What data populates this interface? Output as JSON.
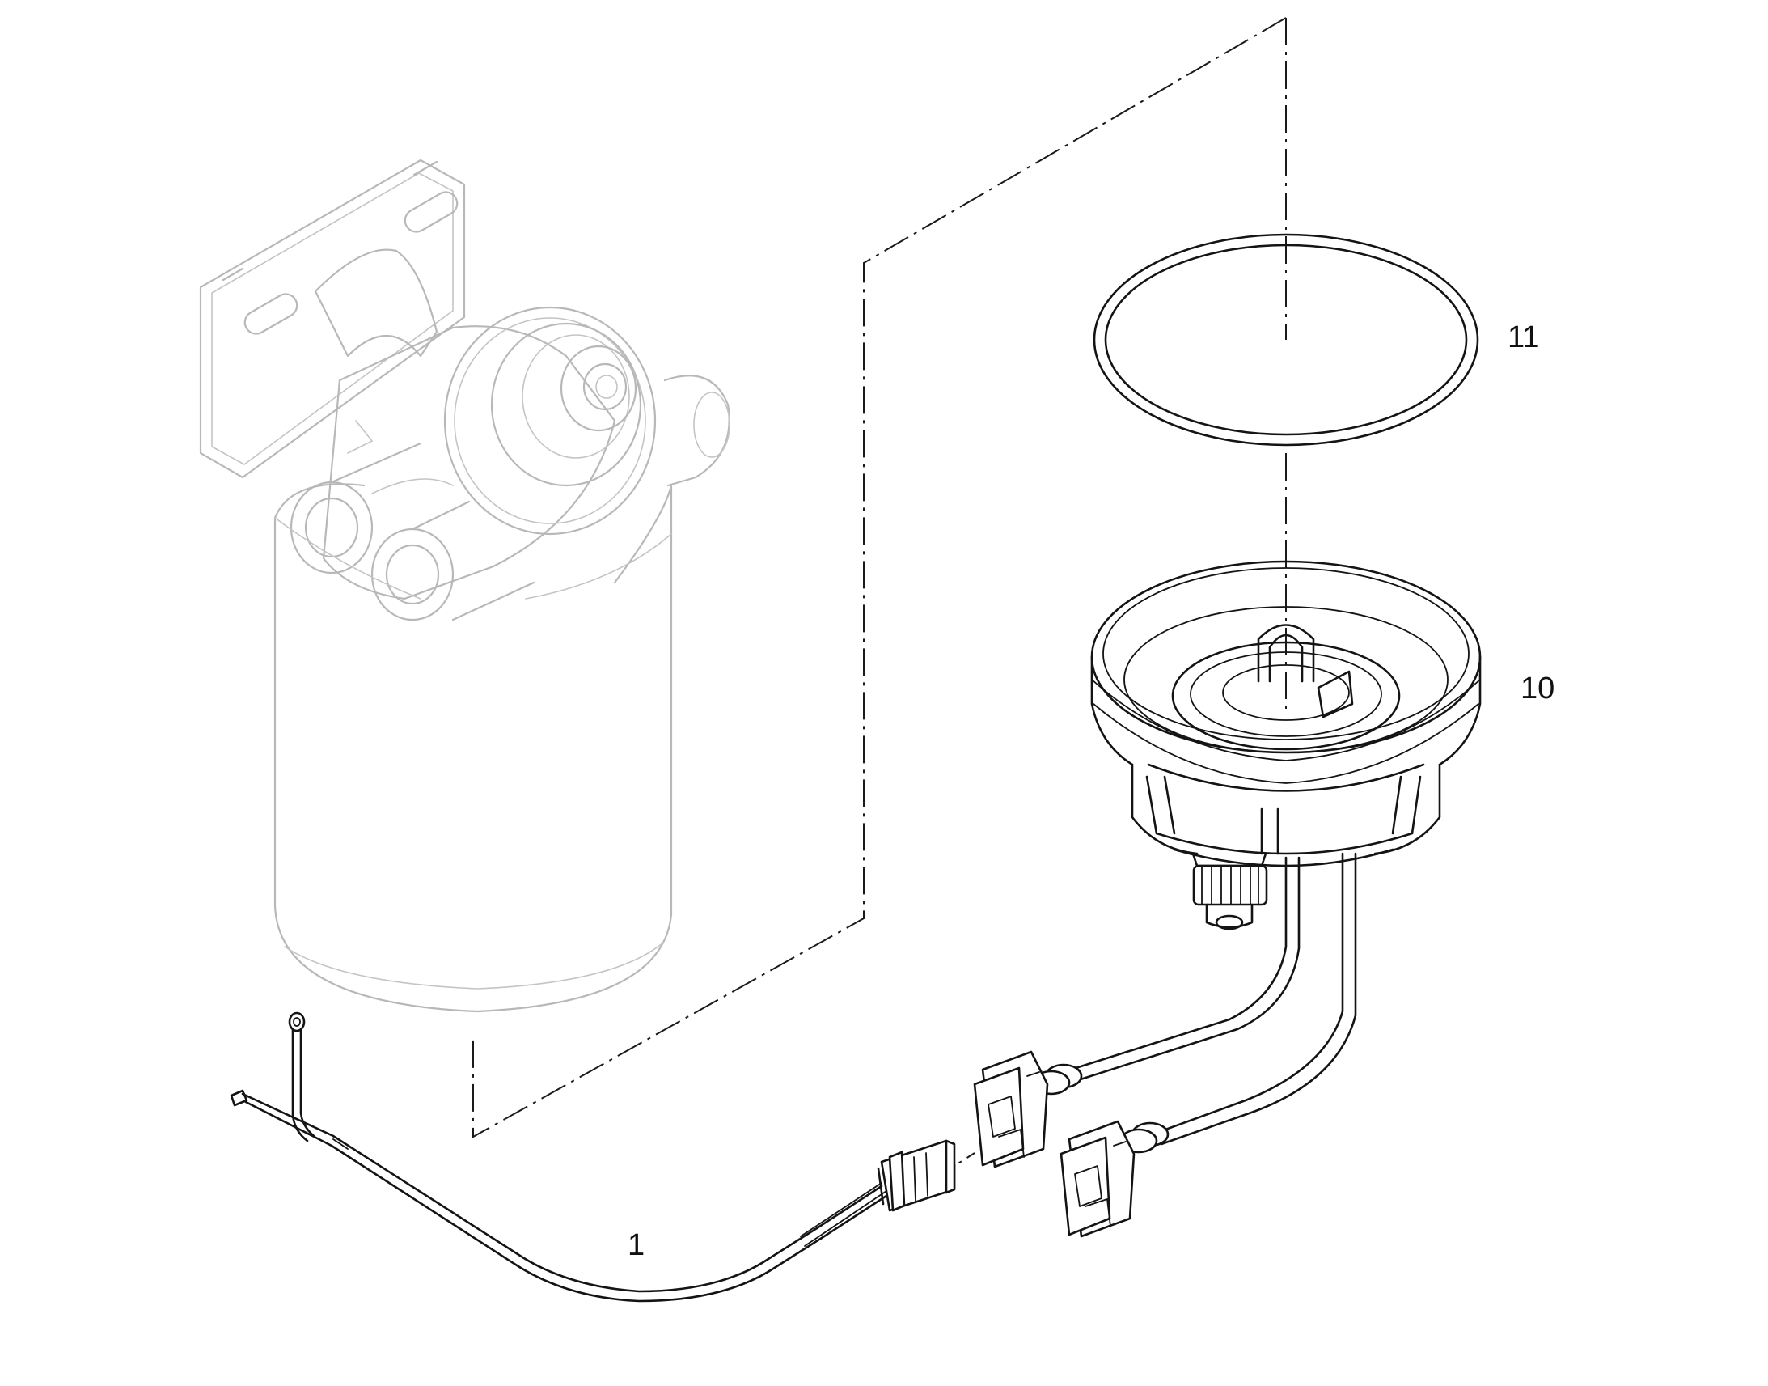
{
  "callouts": {
    "item_1": "1",
    "item_10": "10",
    "item_11": "11"
  },
  "colors": {
    "line": "#141414",
    "ghost_part": "#b8b8b8",
    "background": "#ffffff"
  }
}
